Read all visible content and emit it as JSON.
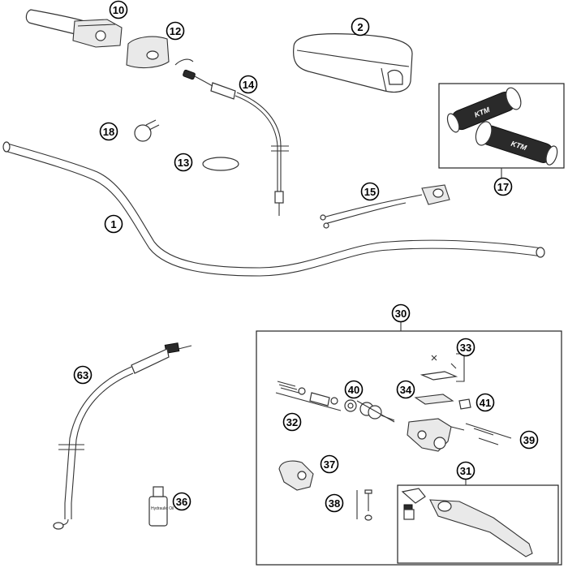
{
  "callouts": [
    {
      "id": "part-1",
      "label": "1"
    },
    {
      "id": "part-2",
      "label": "2"
    },
    {
      "id": "part-10",
      "label": "10"
    },
    {
      "id": "part-12",
      "label": "12"
    },
    {
      "id": "part-13",
      "label": "13"
    },
    {
      "id": "part-14",
      "label": "14"
    },
    {
      "id": "part-15",
      "label": "15"
    },
    {
      "id": "part-17",
      "label": "17"
    },
    {
      "id": "part-18",
      "label": "18"
    },
    {
      "id": "part-30",
      "label": "30"
    },
    {
      "id": "part-31",
      "label": "31"
    },
    {
      "id": "part-32",
      "label": "32"
    },
    {
      "id": "part-33",
      "label": "33"
    },
    {
      "id": "part-34",
      "label": "34"
    },
    {
      "id": "part-36",
      "label": "36"
    },
    {
      "id": "part-37",
      "label": "37"
    },
    {
      "id": "part-38",
      "label": "38"
    },
    {
      "id": "part-39",
      "label": "39"
    },
    {
      "id": "part-40",
      "label": "40"
    },
    {
      "id": "part-41",
      "label": "41"
    },
    {
      "id": "part-63",
      "label": "63"
    }
  ],
  "grip_brand": "KTM",
  "oil_bottle_label": "Hydraulic Oil"
}
